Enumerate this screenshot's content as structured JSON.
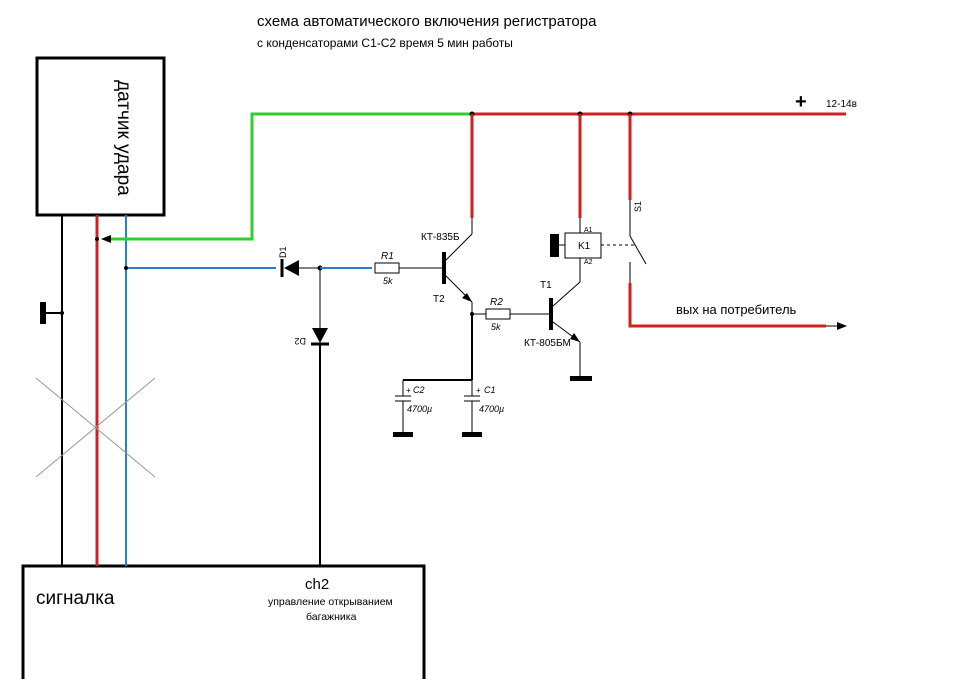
{
  "title": {
    "line1": "схема автоматического включения  регистратора",
    "line2": "с конденсаторами С1-С2 время 5 мин работы"
  },
  "blocks": {
    "sensor": "датчик удара",
    "alarm": "сигналка",
    "channel": "ch2",
    "channel_desc_1": "управление открыванием",
    "channel_desc_2": "багажника"
  },
  "power": {
    "plus": "+",
    "voltage": "12-14в",
    "output": "вых на потребитель"
  },
  "components": {
    "d1": "D1",
    "d2": "D2",
    "r1": "R1",
    "r1_value": "5k",
    "r2": "R2",
    "r2_value": "5k",
    "t2": "T2",
    "t2_model": "КТ-835Б",
    "t1": "T1",
    "t1_model": "КТ-805БМ",
    "k1": "K1",
    "a1": "A1",
    "a2": "A2",
    "s1": "S1",
    "c1": "C1",
    "c1_value": "4700µ",
    "c2": "C2",
    "c2_value": "4700µ",
    "cap_plus": "+"
  },
  "colors": {
    "red_wire": "#cc2222",
    "green_wire": "#33cc33",
    "blue_wire": "#2a7fc9",
    "black_wire": "#000000",
    "cross": "#999999"
  }
}
